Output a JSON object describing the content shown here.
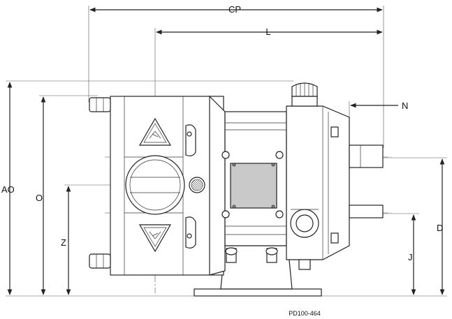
{
  "dimensions": {
    "cp": "CP",
    "l": "L",
    "n": "N",
    "ao": "AO",
    "o": "O",
    "z": "Z",
    "j": "J",
    "d": "D"
  },
  "part_number": "PD100-464",
  "colors": {
    "line": "#222222",
    "cover_plate": "#c9c9c9",
    "background": "#ffffff"
  }
}
